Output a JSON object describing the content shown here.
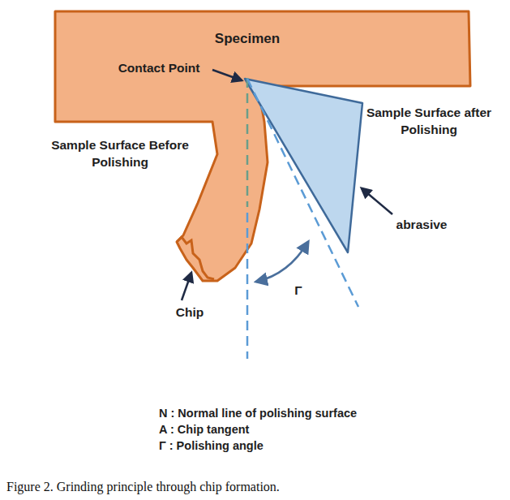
{
  "diagram": {
    "caption": "Figure 2. Grinding principle through chip formation.",
    "nodes": [
      {
        "text": [
          "Specimen"
        ]
      }
    ],
    "labels": [
      "Contact Point",
      "Sample Surface after Polishing",
      "Sample Surface Before Polishing",
      "abrasive",
      "Chip",
      "Γ",
      "N : Normal line of polishing surface",
      "A : Chip tangent",
      "Γ : Polishing angle"
    ]
  }
}
